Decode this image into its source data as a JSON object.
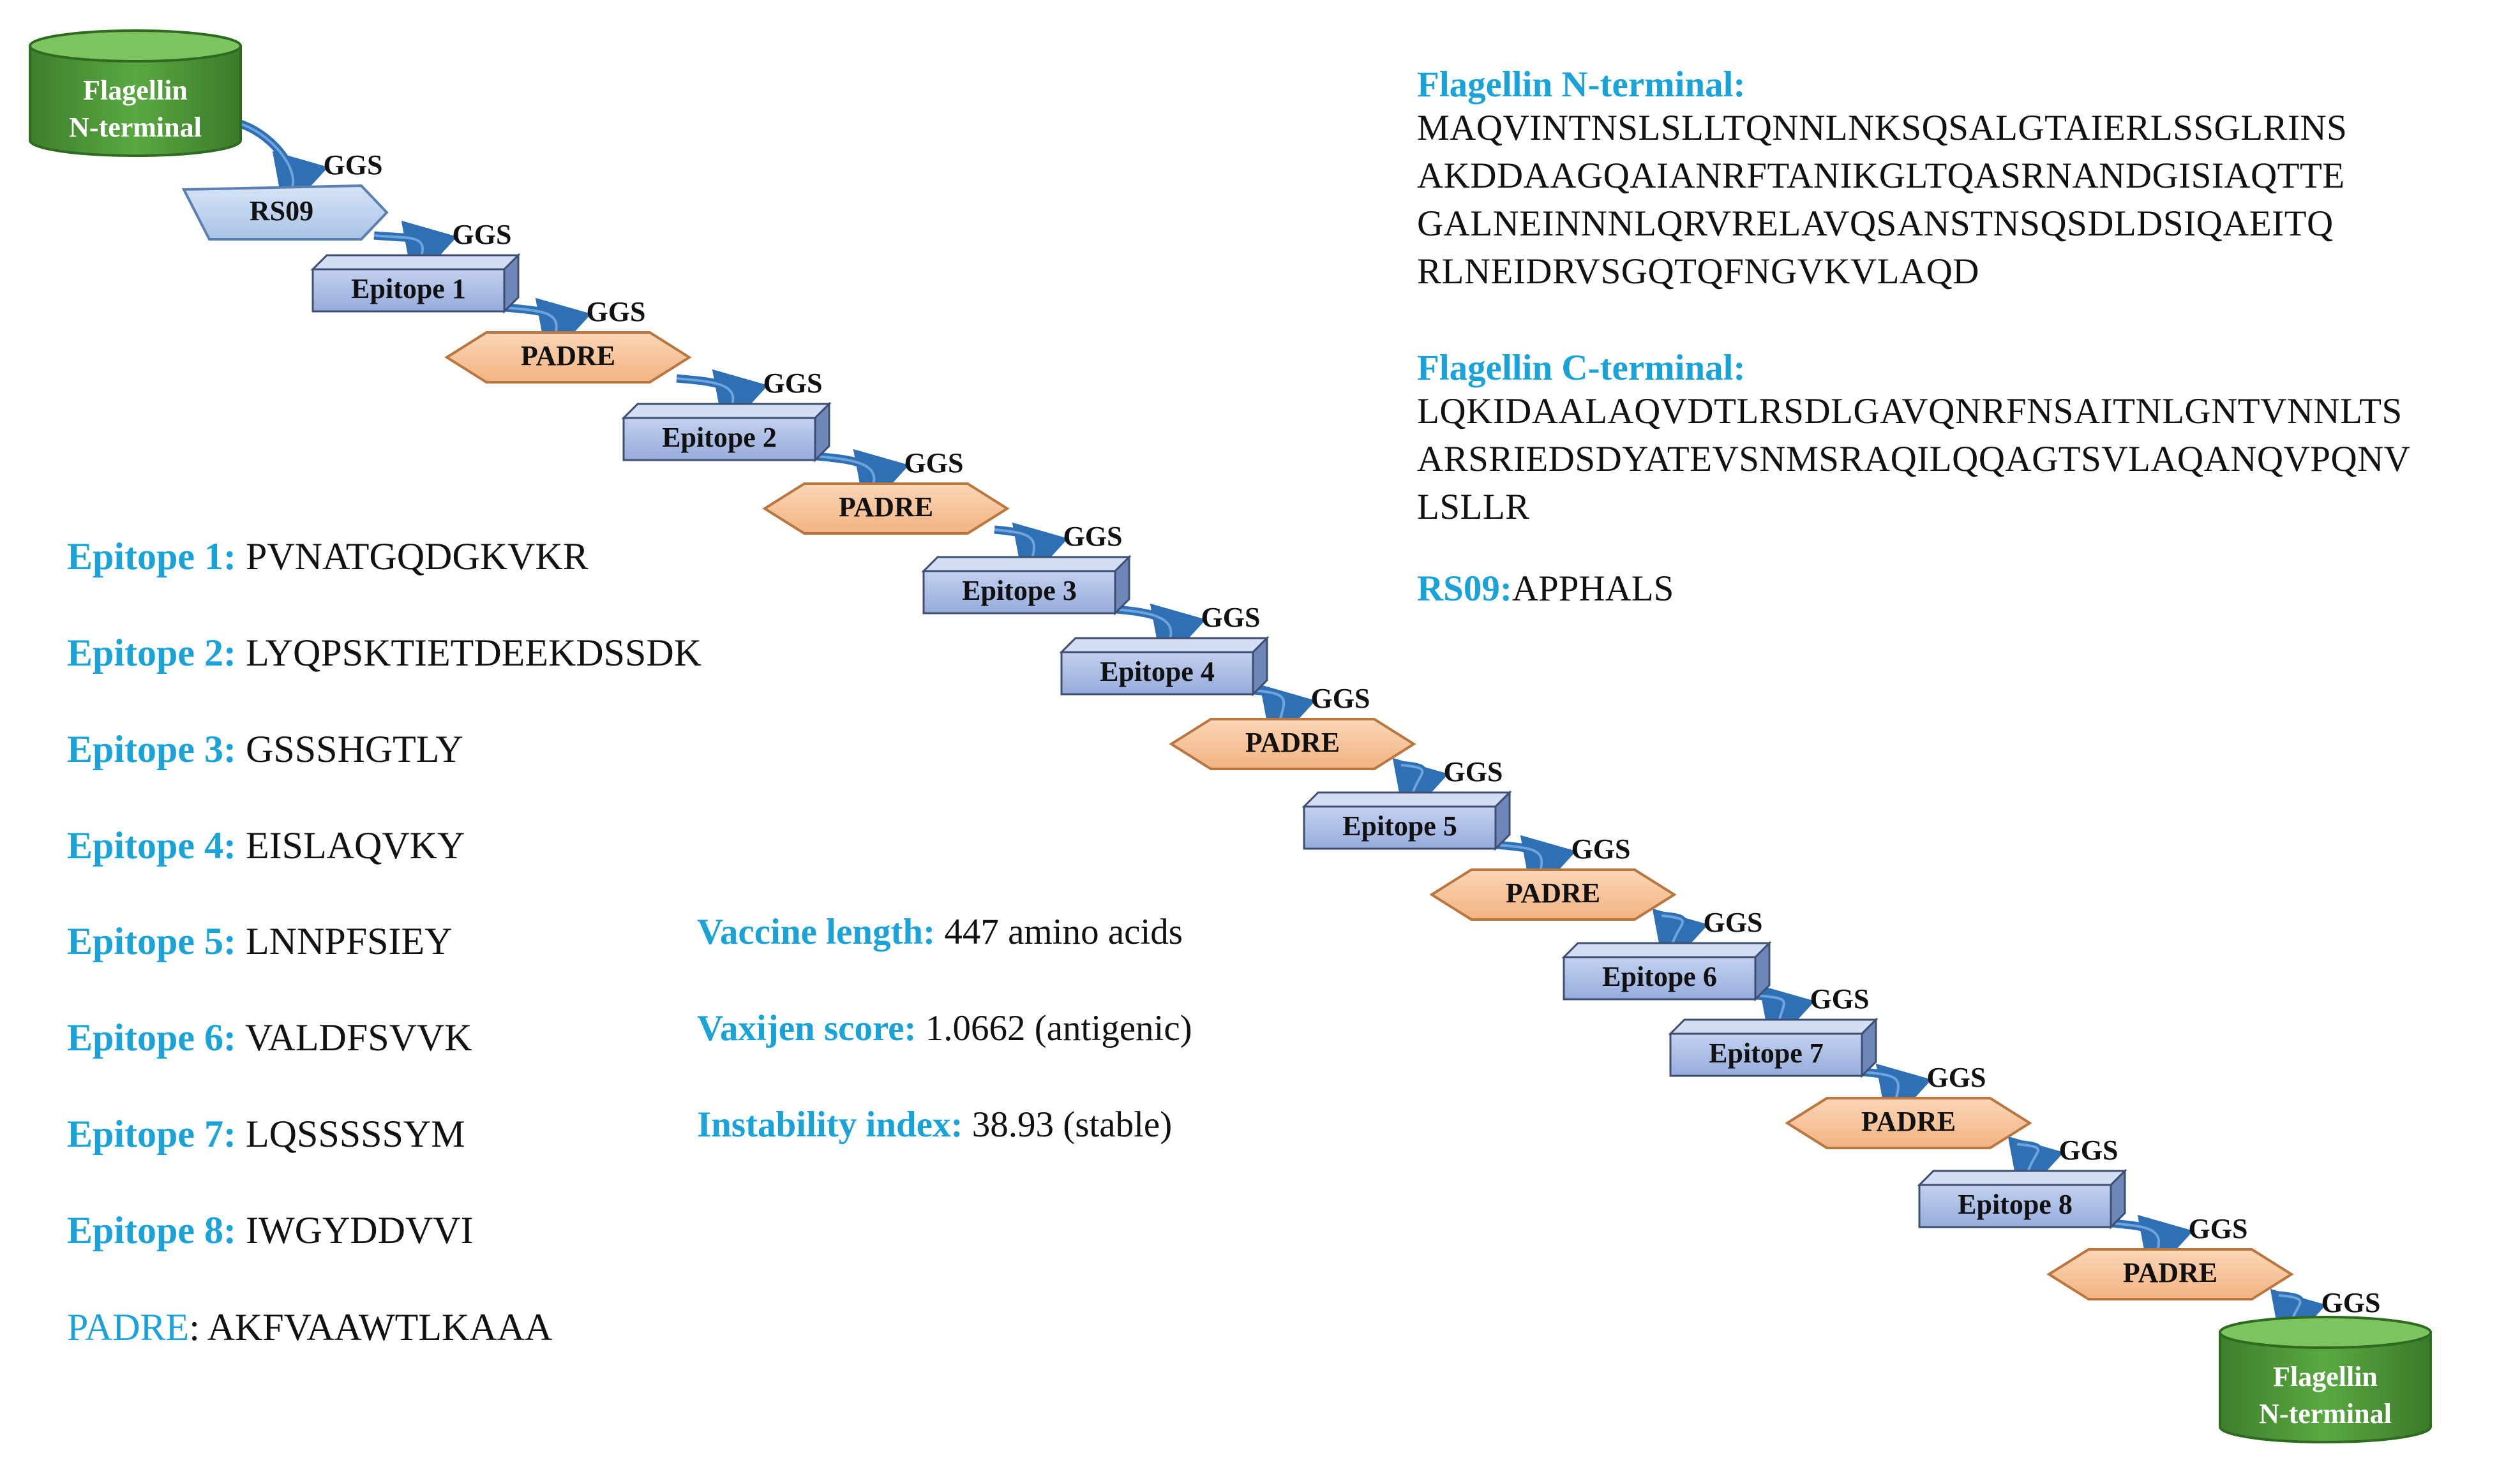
{
  "construct": {
    "start_cap_label": [
      "Flagellin",
      "N-terminal"
    ],
    "end_cap_label": [
      "Flagellin",
      "N-terminal"
    ],
    "linker_label": "GGS",
    "rs09_label": "RS09",
    "padre_label": "PADRE",
    "epitope_labels": [
      "Epitope 1",
      "Epitope 2",
      "Epitope 3",
      "Epitope 4",
      "Epitope 5",
      "Epitope 6",
      "Epitope 7",
      "Epitope 8"
    ],
    "order": [
      "cap",
      "rs09",
      "epitope-1",
      "padre",
      "epitope-2",
      "padre",
      "epitope-3",
      "epitope-4",
      "padre",
      "epitope-5",
      "padre",
      "epitope-6",
      "epitope-7",
      "padre",
      "epitope-8",
      "padre",
      "cap"
    ]
  },
  "epitopes": [
    {
      "label": "Epitope 1:",
      "sequence": "PVNATGQDGKVKR"
    },
    {
      "label": "Epitope 2:",
      "sequence": "LYQPSKTIETDEEKDSSDK"
    },
    {
      "label": "Epitope 3:",
      "sequence": "GSSSHGTLY"
    },
    {
      "label": "Epitope 4:",
      "sequence": "EISLAQVKY"
    },
    {
      "label": "Epitope 5:",
      "sequence": "LNNPFSIEY"
    },
    {
      "label": "Epitope 6:",
      "sequence": "VALDFSVVK"
    },
    {
      "label": "Epitope 7:",
      "sequence": "LQSSSSSYM"
    },
    {
      "label": "Epitope 8:",
      "sequence": "IWGYDDVVI"
    }
  ],
  "padre": {
    "label": "PADRE",
    "separator": ":",
    "sequence": " AKFVAAWTLKAAA"
  },
  "properties": [
    {
      "label": "Vaccine length:",
      "value": "447 amino acids"
    },
    {
      "label": "Vaxijen score:",
      "value": "1.0662 (antigenic)"
    },
    {
      "label": "Instability index:",
      "value": "38.93 (stable)"
    }
  ],
  "flagellin_n": {
    "label": "Flagellin N-terminal:",
    "lines": [
      "MAQVINTNSLSLLTQNNLNKSQSALGTAIERLSSGLRINS",
      "AKDDAAGQAIANRFTANIKGLTQASRNANDGISIAQTTE",
      "GALNEINNNLQRVRELAVQSANSTNSQSDLDSIQAEITQ",
      "RLNEIDRVSGQTQFNGVKVLAQD"
    ]
  },
  "flagellin_c": {
    "label": "Flagellin C-terminal:",
    "lines": [
      "LQKIDAALAQVDTLRSDLGAVQNRFNSAITNLGNTVNNLTS",
      "ARSRIEDSDYATEVSNMSRAQILQQAGTSVLAQANQVPQNV",
      "LSLLR"
    ]
  },
  "rs09": {
    "label": "RS09:",
    "sequence": "APPHALS"
  },
  "colors": {
    "label_blue": "#1aa3d9",
    "epitope_fill": "#a9bde6",
    "padre_fill": "#f7c49a",
    "rs09_fill": "#bcd2ee",
    "cap_fill": "#4f9a3a",
    "arrow": "#2f6fb3"
  }
}
